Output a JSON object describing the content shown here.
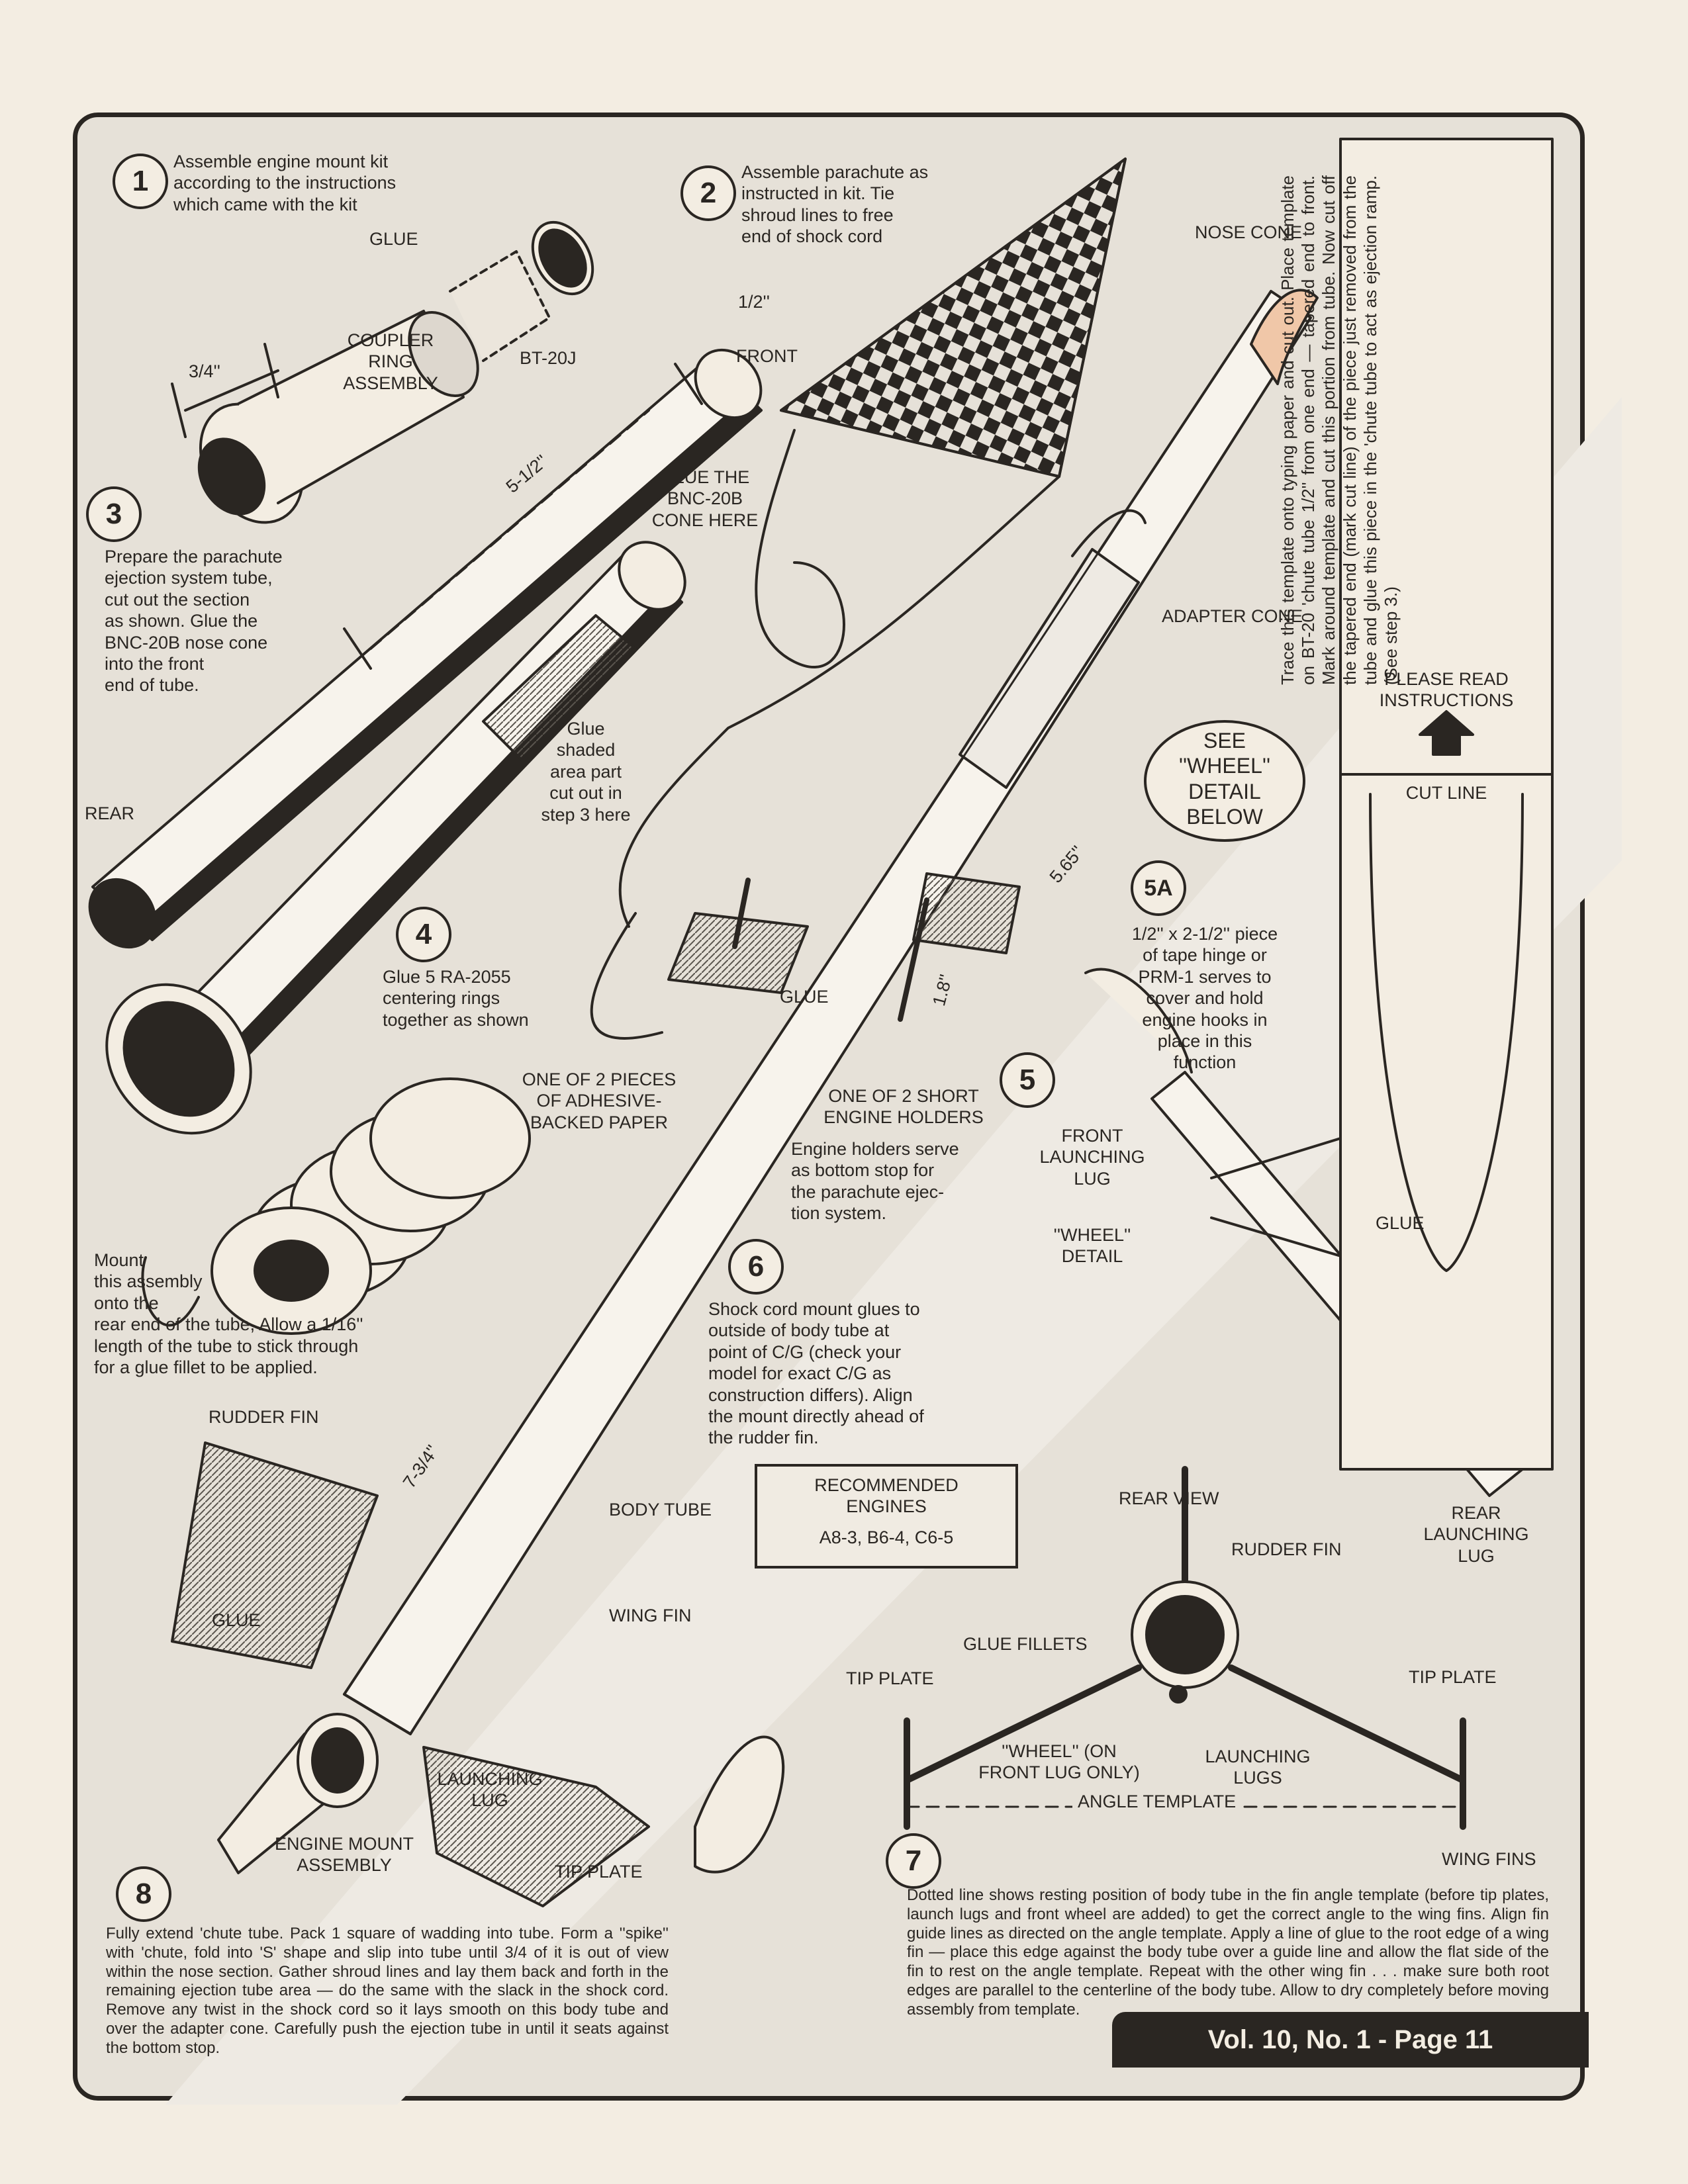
{
  "step1": {
    "num": "1",
    "text": "Assemble engine mount kit\naccording to the instructions\nwhich came with the kit"
  },
  "step2": {
    "num": "2",
    "text": "Assemble parachute as\ninstructed in kit. Tie\nshroud lines to free\nend of shock cord"
  },
  "step3": {
    "num": "3",
    "text": "Prepare the parachute\nejection system tube,\ncut out the section\nas shown. Glue the\nBNC-20B nose cone\ninto the front\nend of tube."
  },
  "step4": {
    "num": "4",
    "text": "Glue 5 RA-2055\ncentering rings\ntogether as shown"
  },
  "step5": {
    "num": "5",
    "text": "Engine holders serve\nas bottom stop for\nthe parachute ejec-\ntion system."
  },
  "step5a": {
    "num": "5A",
    "text": "1/2'' x 2-1/2'' piece\nof tape hinge or\nPRM-1 serves to\ncover and hold\nengine hooks in\nplace in this\nfunction"
  },
  "step6": {
    "num": "6",
    "text": "Shock cord mount glues to\noutside of body tube at\npoint of C/G (check your\nmodel for exact C/G as\nconstruction differs). Align\nthe mount directly ahead of\nthe rudder fin."
  },
  "step7": {
    "num": "7",
    "text": "Dotted line shows resting position of body tube in the fin angle template (before tip plates, launch lugs and front wheel are added) to get the correct angle to the wing fins. Align fin guide lines as directed on the angle template. Apply a line of glue to the root edge of a wing fin — place this edge against the body tube over a guide line and allow the flat side of the fin to rest on the angle template. Repeat with the other wing fin . . . make sure both root edges are parallel to the centerline of the body tube. Allow to dry completely before moving assembly from template."
  },
  "step8": {
    "num": "8",
    "text": "Fully extend 'chute tube. Pack 1 square of wadding into tube. Form a ''spike'' with 'chute, fold into 'S' shape and slip into tube until 3/4 of it is out of view within the nose section. Gather shroud lines and lay them back and forth in the remaining ejection tube area — do the same with the slack in the shock cord. Remove any twist in the shock cord so it lays smooth on this body tube and over the adapter cone. Carefully push the ejection tube in until it seats against the bottom stop."
  },
  "mount_text": "Mount\nthis assembly\nonto the\nrear end of the tube, Allow a 1/16''\nlength of the tube to stick through\nfor a glue fillet to be applied.",
  "labels": {
    "glue_top": "GLUE",
    "coupler": "COUPLER\nRING\nASSEMBLY",
    "bt20j": "BT-20J",
    "dim_3_4": "3/4''",
    "dim_half": "1/2''",
    "front": "FRONT",
    "dim_5_5": "5-1/2''",
    "glue_bnc": "GLUE THE\nBNC-20B\nCONE HERE",
    "nose_cone": "NOSE CONE",
    "adapter_cone": "ADAPTER CONE",
    "glue_shaded": "Glue\nshaded\narea part\ncut out in\nstep 3 here",
    "rear": "REAR",
    "see_wheel": "SEE\n''WHEEL''\nDETAIL\nBELOW",
    "dim_565": "5.65''",
    "glue_mid": "GLUE",
    "dim_18": "1.8''",
    "adhesive_paper": "ONE OF 2 PIECES\nOF ADHESIVE-\nBACKED PAPER",
    "engine_holders": "ONE OF 2 SHORT\nENGINE HOLDERS",
    "front_lug": "FRONT\nLAUNCHING\nLUG",
    "wheel_detail": "''WHEEL''\nDETAIL",
    "glue_detail": "GLUE",
    "rudder_fin": "RUDDER FIN",
    "dim_7_3_4": "7-3/4''",
    "body_tube": "BODY TUBE",
    "glue_low": "GLUE",
    "wing_fin": "WING FIN",
    "launching_lug": "LAUNCHING\nLUG",
    "engine_mount": "ENGINE MOUNT\nASSEMBLY",
    "tip_plate": "TIP PLATE",
    "rec_title": "RECOMMENDED\nENGINES",
    "rec_list": "A8-3, B6-4, C6-5",
    "rear_view": "REAR   VIEW",
    "rudder_fin2": "RUDDER FIN",
    "rear_lug": "REAR\nLAUNCHING\nLUG",
    "glue_fillets": "GLUE FILLETS",
    "tip_plate_l": "TIP PLATE",
    "tip_plate_r": "TIP PLATE",
    "wheel_on": "''WHEEL'' (ON\nFRONT LUG ONLY)",
    "launching_lugs": "LAUNCHING\nLUGS",
    "angle_template": "ANGLE TEMPLATE",
    "wing_fins": "WING FINS"
  },
  "template": {
    "instructions": "Trace this template onto typing paper and cut out. Place template on BT-20 'chute tube 1/2'' from one end — tapered end to front. Mark around template and cut this portion from tube. Now cut off the tapered end (mark cut line) of the piece just removed from the tube and glue this piece in the 'chute tube to act as ejection ramp. (See step 3.)",
    "please_read": "PLEASE READ\nINSTRUCTIONS",
    "cut_line": "CUT LINE"
  },
  "footer": "Vol. 10, No. 1 - Page 11"
}
